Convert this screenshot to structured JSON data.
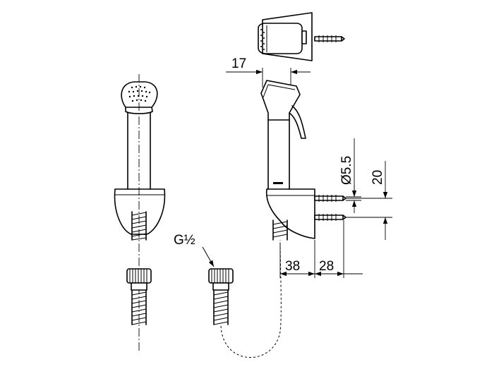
{
  "dimensions": {
    "width_top": "17",
    "hole_dia": "Ø5.5",
    "hole_spacing": "20",
    "depth_total": "38",
    "depth_bracket": "28"
  },
  "thread_label": "G½"
}
